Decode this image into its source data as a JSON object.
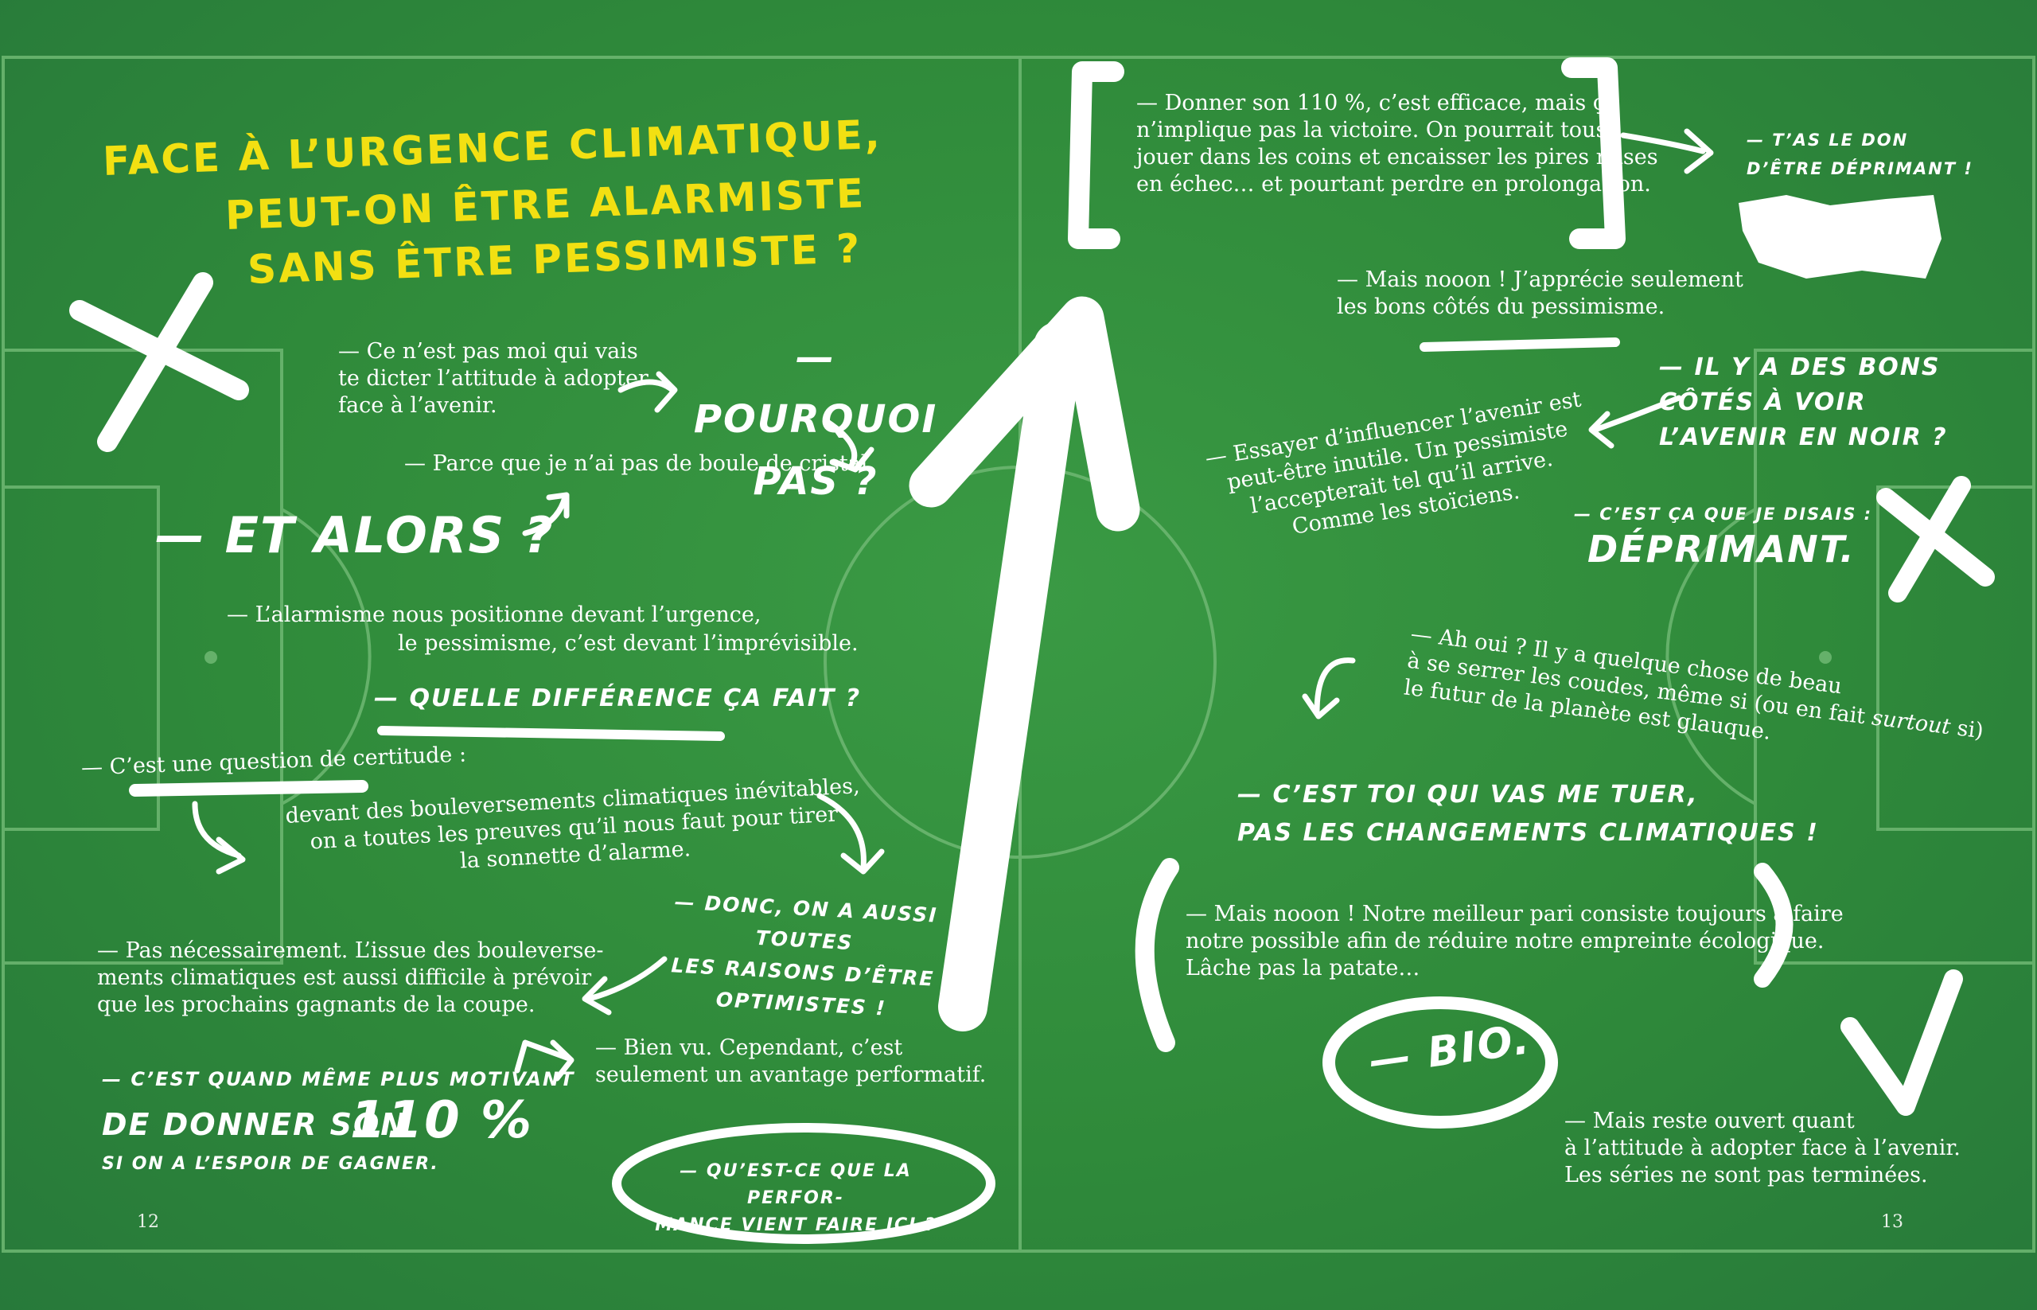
{
  "title": {
    "line1": "Face à l’urgence climatique,",
    "line2": "peut-on être alarmiste",
    "line3": "sans être pessimiste ?"
  },
  "left": {
    "t1": "— Ce n’est pas moi qui vais\nte dicter l’attitude à adopter\nface à l’avenir.",
    "h_pourquoi": "— Pourquoi\npas ?",
    "t2": "— Parce que je n’ai pas de boule de cristal.",
    "h_alors": "— Et alors ?",
    "t3a": "— L’alarmisme nous positionne devant l’urgence,",
    "t3b": "le pessimisme, c’est devant l’imprévisible.",
    "h_difference": "— Quelle différence ça fait ?",
    "t4": "— C’est une question de certitude :",
    "t5": "devant des bouleversements climatiques inévitables,\non a toutes les preuves qu’il nous faut pour tirer\nla sonnette d’alarme.",
    "h_donc": "— Donc, on a aussi toutes\nles raisons d’être\noptimistes !",
    "t6": "— Pas nécessairement. L’issue des bouleverse-\nments climatiques est aussi difficile à prévoir\nque les prochains gagnants de la coupe.",
    "t7": "— Bien vu. Cependant, c’est\nseulement un avantage performatif.",
    "h_motivant1": "— C’est quand même plus motivant",
    "h_motivant2": "de donner son",
    "h_motivant_num": "110 %",
    "h_motivant3": "si on a l’espoir de gagner.",
    "h_perf": "— Qu’est-ce que la perfor-\nmance vient faire ici ?",
    "page": "12"
  },
  "right": {
    "t1": "— Donner son 110 %, c’est efficace, mais ça\nn’implique pas la victoire. On pourrait tous\njouer dans les coins et encaisser les pires mises\nen échec… et pourtant perdre en prolongation.",
    "h_don": "— T’as le don\nd’être déprimant !",
    "t2": "— Mais nooon ! J’apprécie seulement\nles bons côtés du pessimisme.",
    "h_bons": "— Il y a des bons\ncôtés à voir\nl’avenir en noir ?",
    "t3": "— Essayer d’influencer l’avenir est\npeut-être inutile. Un pessimiste\nl’accepterait tel qu’il arrive.\nComme les stoïciens.",
    "h_disais": "— C’est ça que je disais :",
    "h_deprimant": "déprimant.",
    "t4a": "— Ah oui ? Il y a quelque chose de beau\nà se serrer les coudes, même si (ou en fait ",
    "t4_em": "surtout",
    "t4b": " si)\nle futur de la planète est glauque.",
    "h_tuer": "— C’est toi qui vas me tuer,\npas les changements climatiques !",
    "t5": "— Mais nooon ! Notre meilleur pari consiste toujours à faire\nnotre possible afin de réduire notre empreinte écologique.\nLâche pas la patate…",
    "h_bio": "— Bio.",
    "t6": "— Mais reste ouvert quant\nà l’attitude à adopter face à l’avenir.\nLes séries ne sont pas terminées.",
    "page": "13"
  },
  "colors": {
    "grass": "#2f8a3a",
    "title_yellow": "#f2e012",
    "chalk": "#ffffff"
  }
}
